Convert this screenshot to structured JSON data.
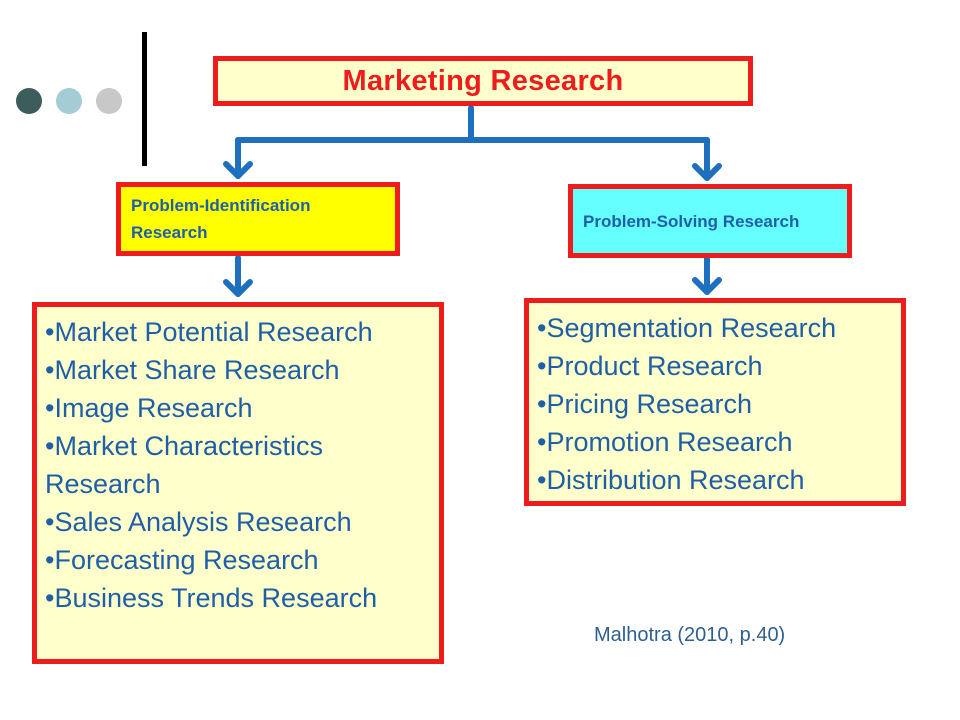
{
  "title": "Marketing Research",
  "branches": [
    {
      "label": "Problem-Identification Research",
      "items": [
        "•Market Potential Research",
        "•Market Share Research",
        "•Image Research",
        "•Market Characteristics Research",
        "•Sales Analysis Research",
        "•Forecasting Research",
        "•Business Trends Research"
      ]
    },
    {
      "label": "Problem-Solving Research",
      "items": [
        "•Segmentation Research",
        "•Product Research",
        "•Pricing Research",
        "•Promotion Research",
        "•Distribution Research"
      ]
    }
  ],
  "citation": "Malhotra (2010, p.40)",
  "colors": {
    "border": "#ee1c1c",
    "title_text": "#ee1c1c",
    "item_text": "#1f5fa8",
    "connector": "#1f6fbf",
    "title_fill": "#ffffcc",
    "left_label_fill": "#ffff00",
    "right_label_fill": "#66ffff",
    "dot_dark": "#3d5c5c",
    "dot_mid": "#a3ccd6",
    "dot_light": "#c8c8c8"
  }
}
